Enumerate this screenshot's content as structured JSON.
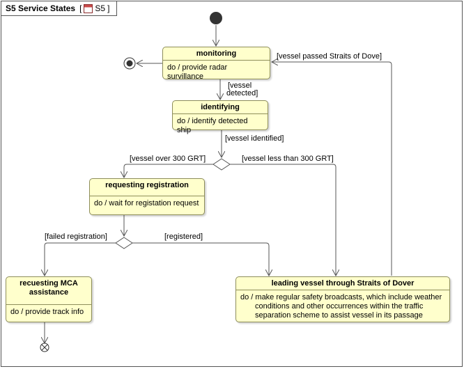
{
  "frame": {
    "title": "S5 Service States",
    "id_label": "S5",
    "bracket_open": "[",
    "bracket_close": "]"
  },
  "states": {
    "monitoring": {
      "name": "monitoring",
      "activity": "do / provide radar survillance"
    },
    "identifying": {
      "name": "identifying",
      "activity": "do / identify detected ship"
    },
    "requesting": {
      "name": "requesting registration",
      "activity": "do / wait for registation request"
    },
    "mca": {
      "name": "recuesting MCA assistance",
      "activity": "do / provide track info"
    },
    "leading": {
      "name": "leading vessel through Straits of Dover",
      "activity": "do / make regular safety broadcasts, which include weather conditions and other occurrences within the traffic separation scheme to assist vessel in its passage"
    }
  },
  "guards": {
    "passed": "[vessel passed Straits of Dove]",
    "detected_1": "[vessel",
    "detected_2": "detected]",
    "identified": "[vessel identified]",
    "over300": "[vessel over 300 GRT]",
    "less300": "[vessel less than 300 GRT]",
    "failed": "[failed registration]",
    "registered": "[registered]"
  },
  "colors": {
    "state_fill": "#ffffcc",
    "state_border": "#8d8d5a",
    "line": "#555555"
  }
}
